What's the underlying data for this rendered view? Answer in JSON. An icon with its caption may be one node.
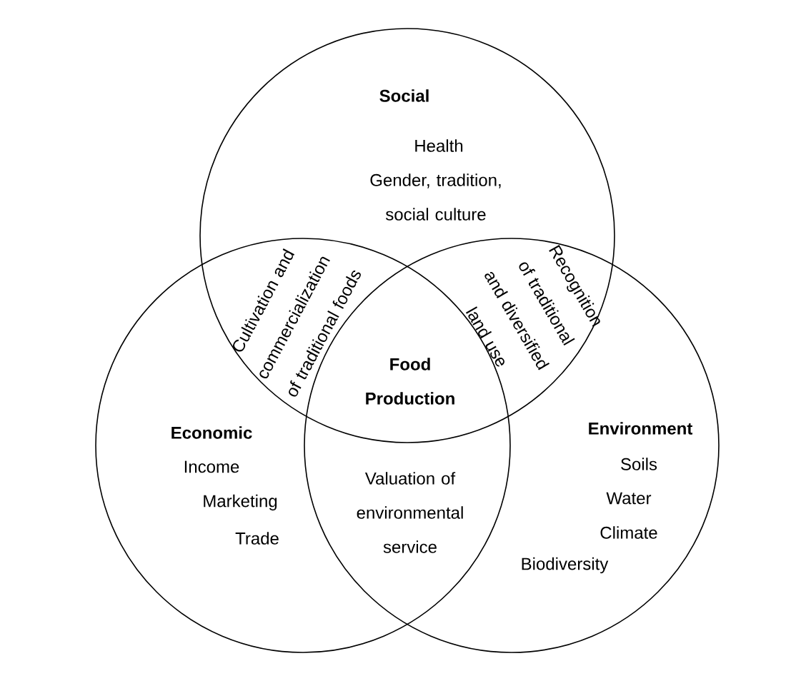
{
  "diagram": {
    "nodes": [
      {
        "text": [
          "Social",
          "Health",
          "Gender, tradition, social culture"
        ]
      },
      {
        "text": [
          "Economic",
          "Income",
          "Marketing",
          "Trade"
        ]
      },
      {
        "text": [
          "Environment",
          "Soils",
          "Water",
          "Climate",
          "Biodiversity"
        ]
      }
    ],
    "edges": [],
    "labels": [
      "Cultivation and commercialization of traditional foods",
      "Recognition of traditional and diversified land use",
      "Food Production",
      "Valuation of environmental service"
    ]
  }
}
